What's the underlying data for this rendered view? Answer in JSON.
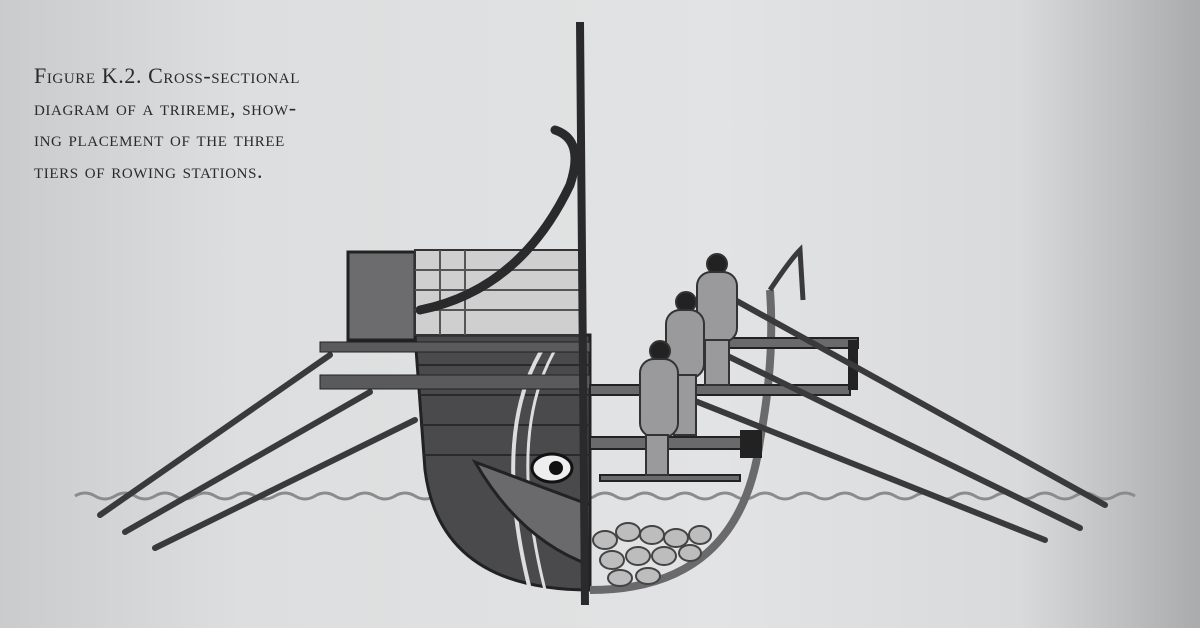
{
  "figure": {
    "caption_lines": [
      "Figure K.2. Cross-sectional",
      "diagram of a trireme, show-",
      "ing placement of the three",
      "tiers of rowing stations."
    ],
    "illustration": "trireme-cross-section"
  },
  "colors": {
    "ink": "#2a2a2c",
    "paper": "#e0e1e2",
    "hull_dark": "#4a4a4c"
  }
}
